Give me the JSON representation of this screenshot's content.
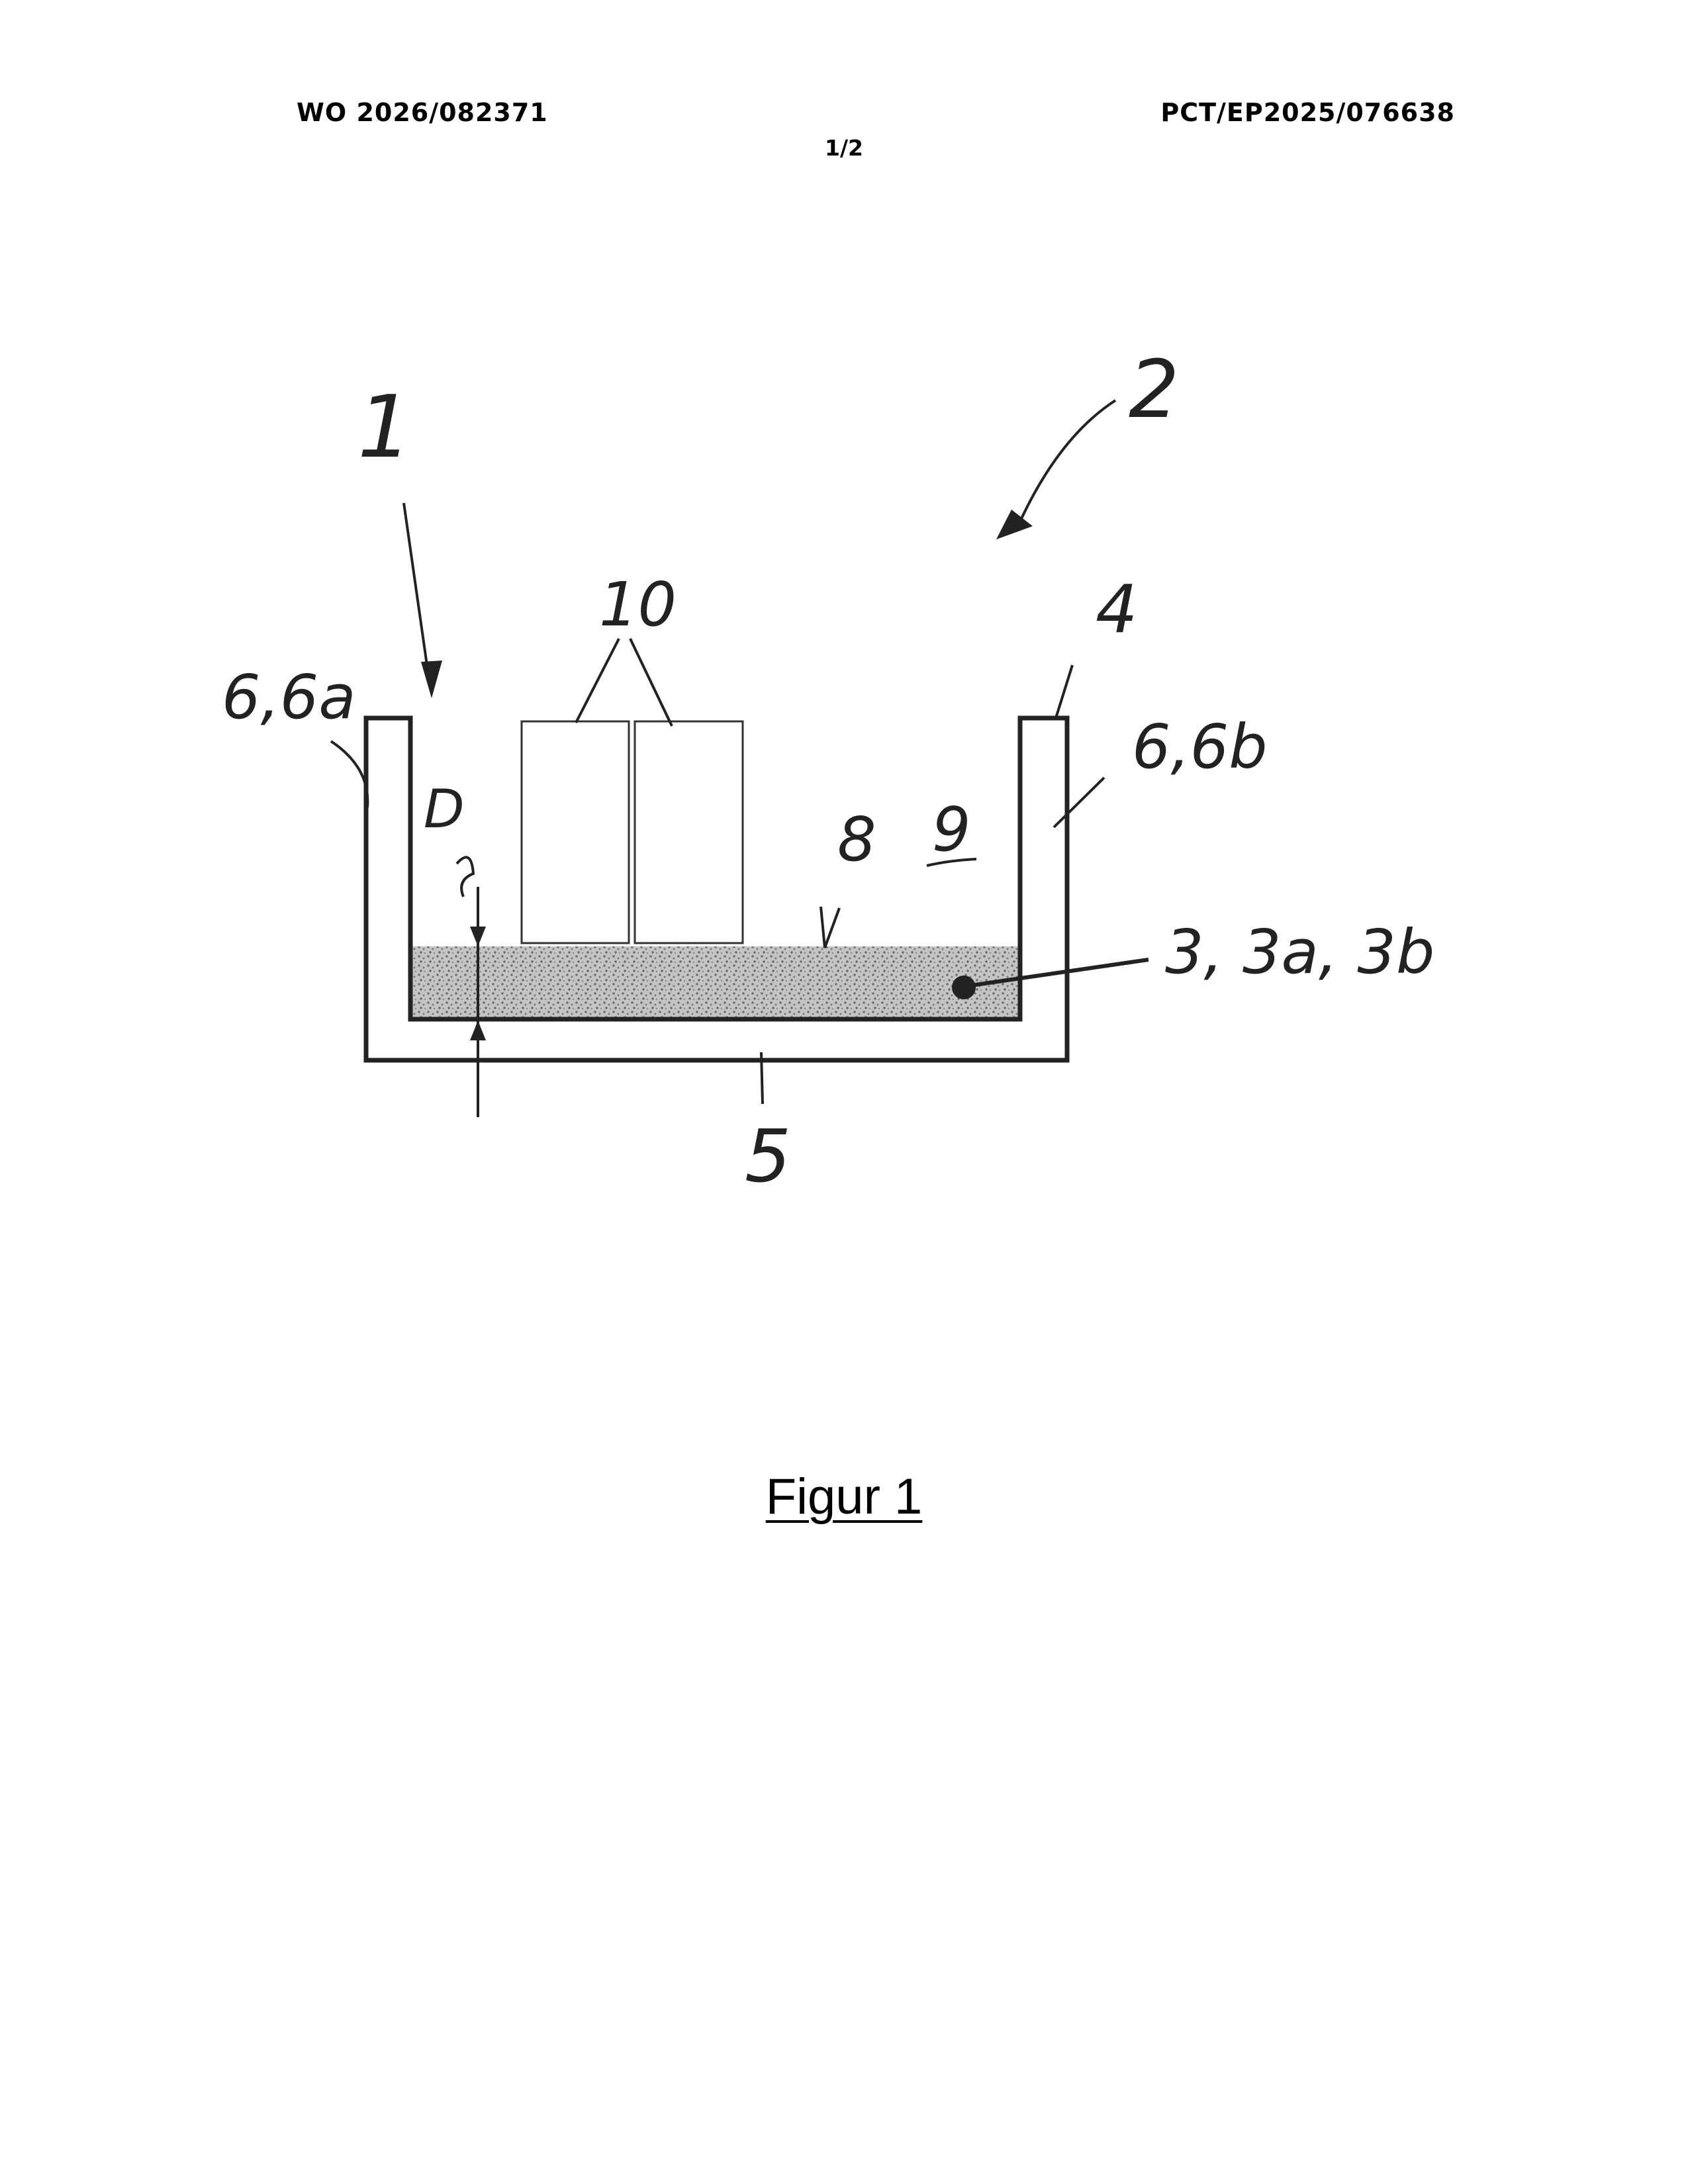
{
  "header": {
    "publication_number": "WO 2026/082371",
    "application_number": "PCT/EP2025/076638",
    "sheet": "1/2"
  },
  "figure": {
    "caption": "Figur 1",
    "reference_labels": {
      "device": "1",
      "arrangement": "2",
      "particles": "3, 3a, 3b",
      "rim": "4",
      "bottom": "5",
      "left_wall": "6,6a",
      "right_wall": "6,6b",
      "bed": "8",
      "interior": "9",
      "components": "10",
      "thickness": "D"
    }
  },
  "colors": {
    "ink": "#222222",
    "fill_stipple": "#9a9a9a"
  }
}
